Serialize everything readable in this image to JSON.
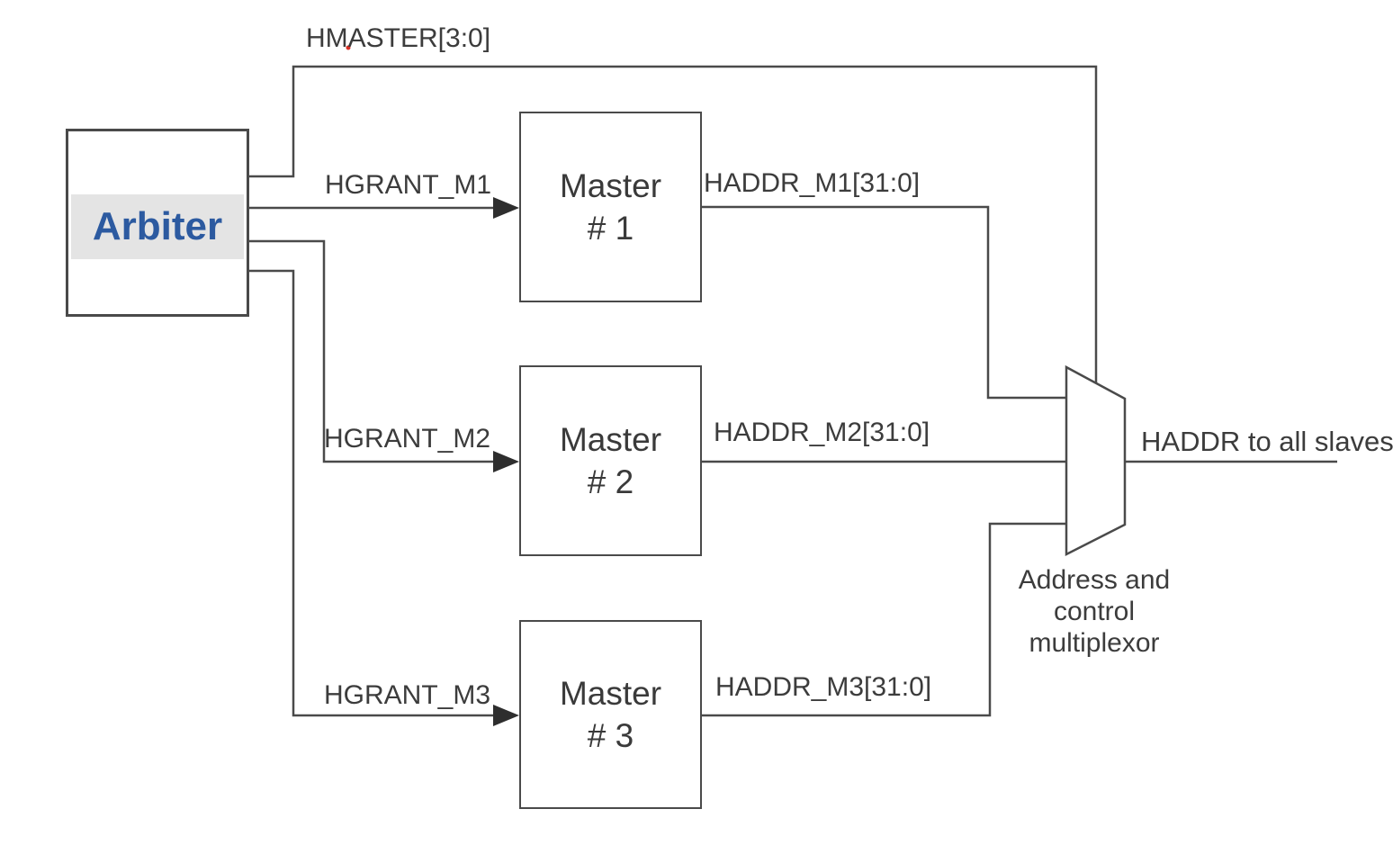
{
  "colors": {
    "line": "#4a4a4a",
    "text": "#3c3c3c",
    "arbiter_text": "#2c5aa0",
    "arbiter_highlight": "#e4e4e4",
    "background": "#ffffff",
    "spellcheck_dot": "#d93025"
  },
  "diagram": {
    "arbiter_label": "Arbiter",
    "hmaster_label": "HMASTER[3:0]",
    "output_label": "HADDR to all slaves",
    "mux_caption_lines": [
      "Address and",
      "control",
      "multiplexor"
    ],
    "masters": [
      {
        "name_line1": "Master",
        "name_line2": "# 1",
        "grant_label": "HGRANT_M1",
        "addr_label": "HADDR_M1[31:0]"
      },
      {
        "name_line1": "Master",
        "name_line2": "# 2",
        "grant_label": "HGRANT_M2",
        "addr_label": "HADDR_M2[31:0]"
      },
      {
        "name_line1": "Master",
        "name_line2": "# 3",
        "grant_label": "HGRANT_M3",
        "addr_label": "HADDR_M3[31:0]"
      }
    ]
  }
}
